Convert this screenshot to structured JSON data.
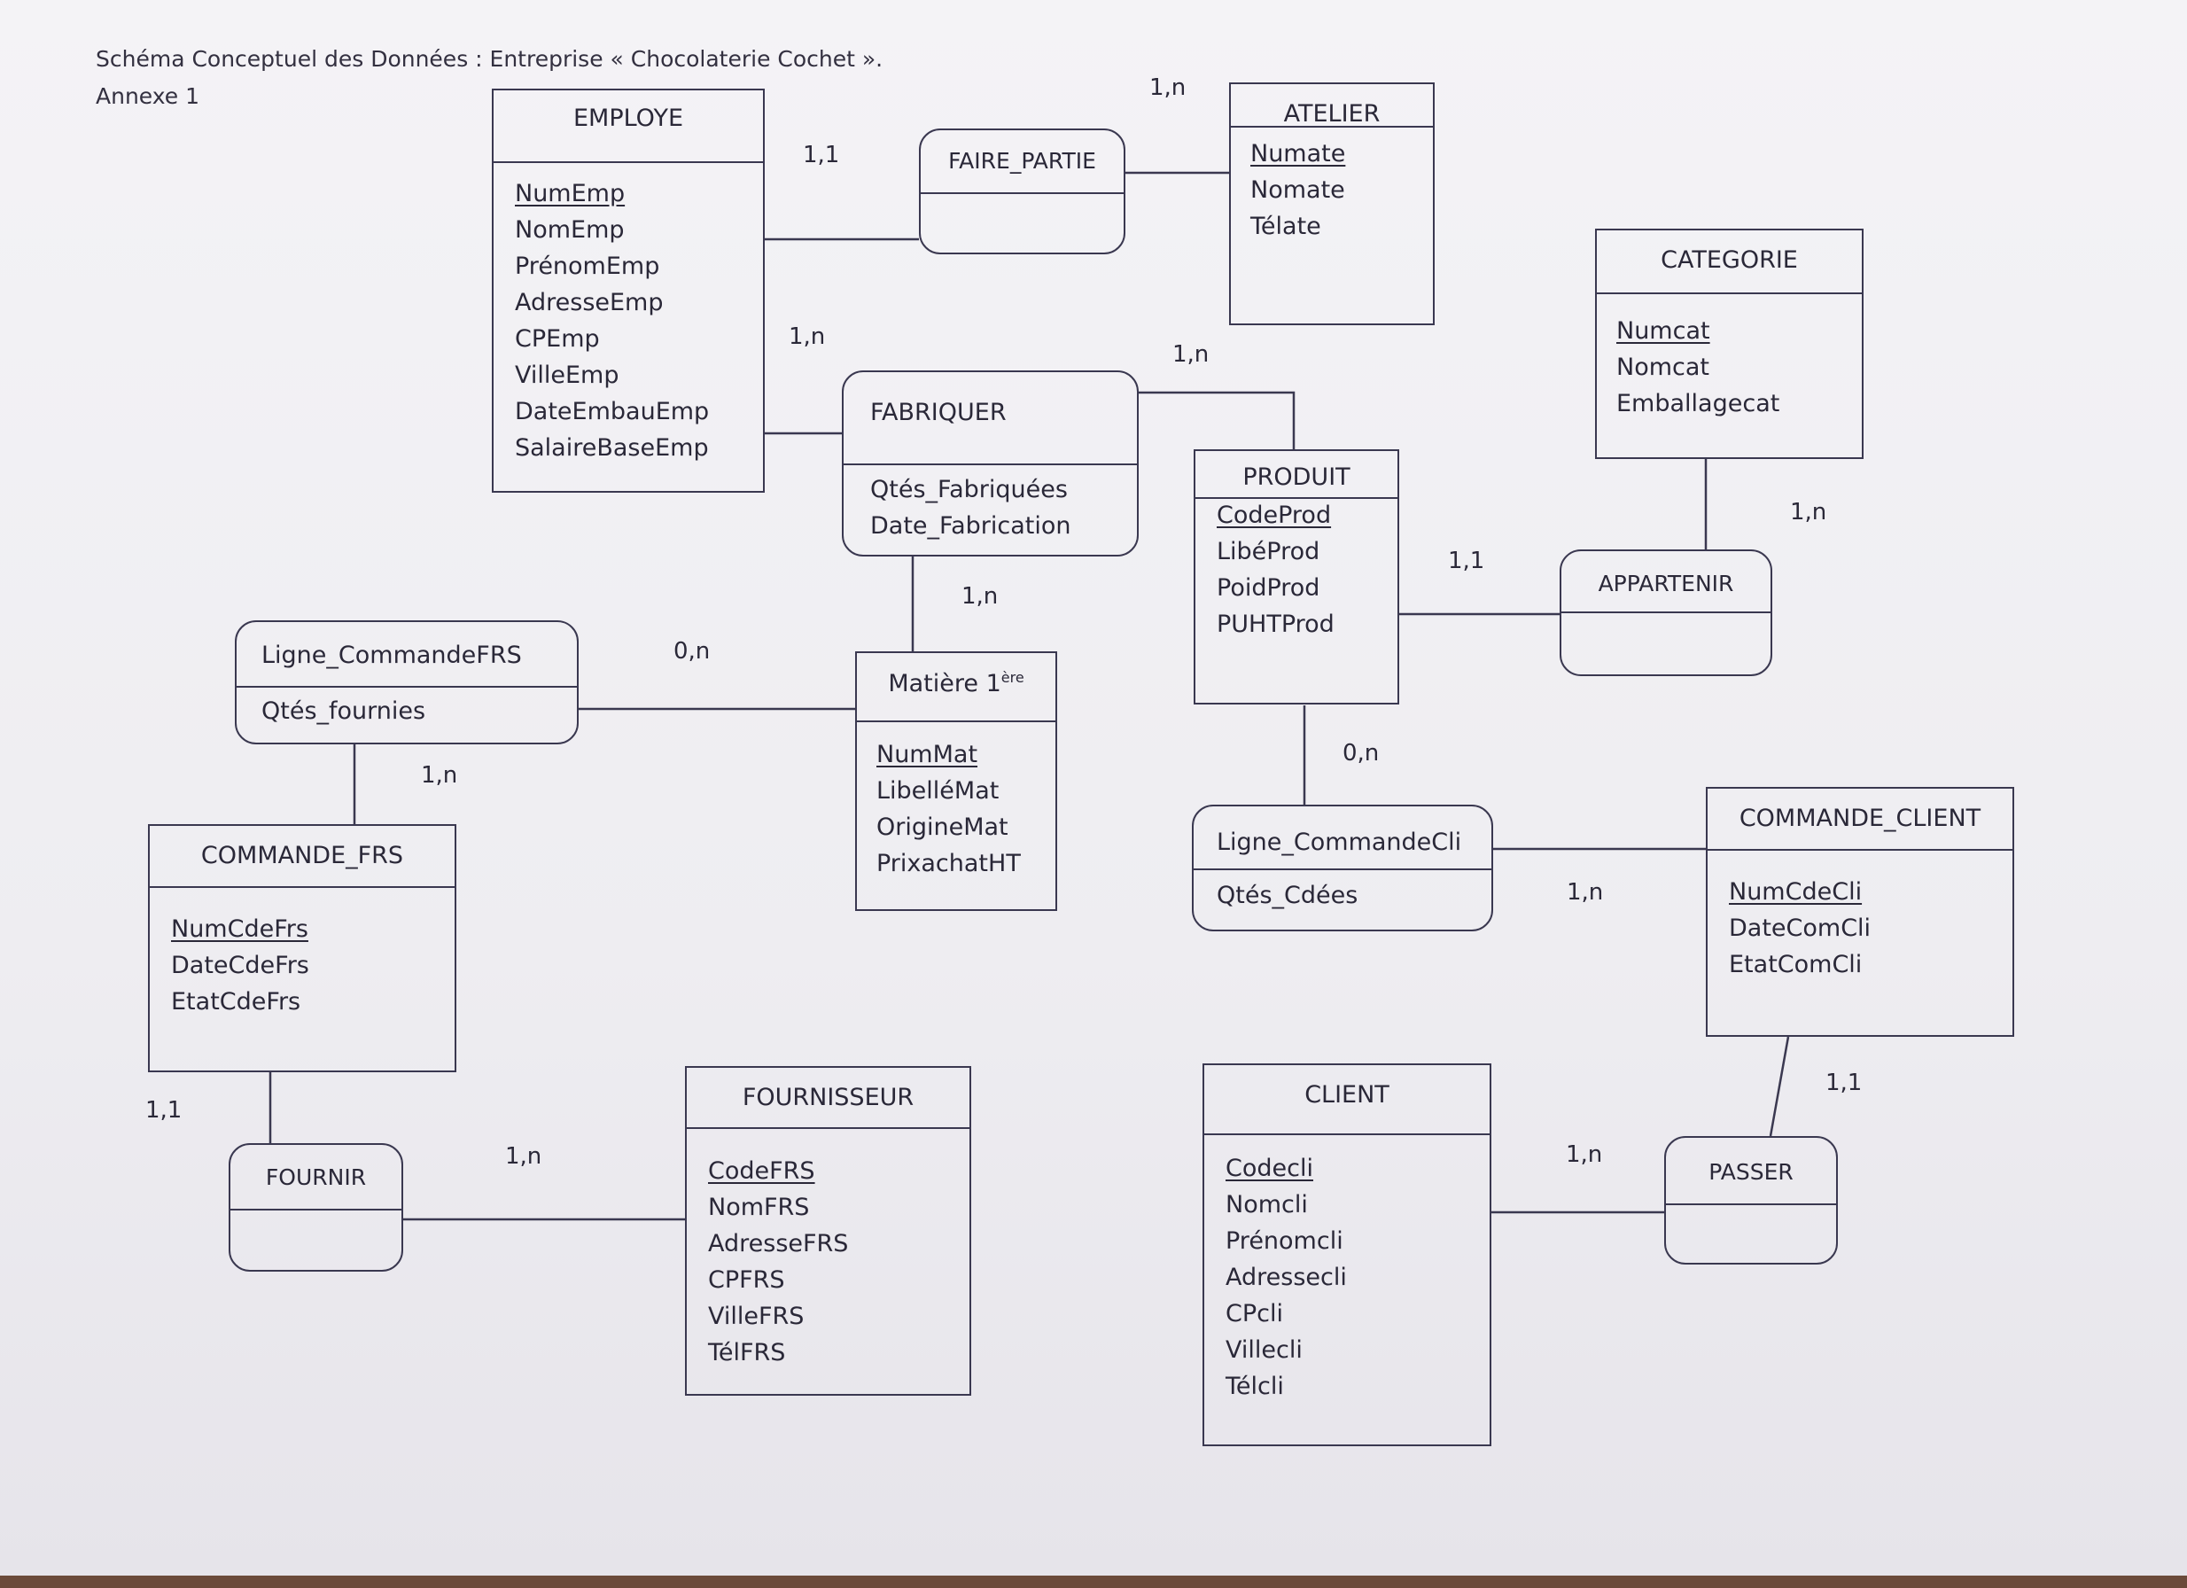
{
  "header": {
    "title": "Schéma Conceptuel des Données : Entreprise « Chocolaterie Cochet ».",
    "subtitle": "Annexe 1"
  },
  "entities": {
    "employe": {
      "name": "EMPLOYE",
      "key": "NumEmp",
      "attrs": [
        "NomEmp",
        "PrénomEmp",
        "AdresseEmp",
        "CPEmp",
        "VilleEmp",
        "DateEmbauEmp",
        "SalaireBaseEmp"
      ]
    },
    "atelier": {
      "name": "ATELIER",
      "key": "Numate",
      "attrs": [
        "Nomate",
        "Télate"
      ]
    },
    "categorie": {
      "name": "CATEGORIE",
      "key": "Numcat",
      "attrs": [
        "Nomcat",
        "Emballagecat"
      ]
    },
    "produit": {
      "name": "PRODUIT",
      "key": "CodeProd",
      "attrs": [
        "LibéProd",
        "PoidProd",
        "PUHTProd"
      ]
    },
    "matiere": {
      "name": "Matière 1",
      "name_sup": "ère",
      "key": "NumMat",
      "attrs": [
        "LibelléMat",
        "OrigineMat",
        "PrixachatHT"
      ]
    },
    "commande_frs": {
      "name": "COMMANDE_FRS",
      "key": "NumCdeFrs",
      "attrs": [
        "DateCdeFrs",
        "EtatCdeFrs"
      ]
    },
    "fournisseur": {
      "name": "FOURNISSEUR",
      "key": "CodeFRS",
      "attrs": [
        "NomFRS",
        "AdresseFRS",
        "CPFRS",
        "VilleFRS",
        "TélFRS"
      ]
    },
    "commande_client": {
      "name": "COMMANDE_CLIENT",
      "key": "NumCdeCli",
      "attrs": [
        "DateComCli",
        "EtatComCli"
      ]
    },
    "client": {
      "name": "CLIENT",
      "key": "Codecli",
      "attrs": [
        "Nomcli",
        "Prénomcli",
        "Adressecli",
        "CPcli",
        "Villecli",
        "Télcli"
      ]
    }
  },
  "associations": {
    "faire_partie": {
      "name": "FAIRE_PARTIE",
      "attrs": []
    },
    "fabriquer": {
      "name": "FABRIQUER",
      "attrs": [
        "Qtés_Fabriquées",
        "Date_Fabrication"
      ]
    },
    "appartenir": {
      "name": "APPARTENIR",
      "attrs": []
    },
    "ligne_cde_frs": {
      "name": "Ligne_CommandeFRS",
      "attrs": [
        "Qtés_fournies"
      ]
    },
    "ligne_cde_cli": {
      "name": "Ligne_CommandeCli",
      "attrs": [
        "Qtés_Cdées"
      ]
    },
    "fournir": {
      "name": "FOURNIR",
      "attrs": []
    },
    "passer": {
      "name": "PASSER",
      "attrs": []
    }
  },
  "cardinalities": {
    "employe_faire_partie": "1,1",
    "atelier_faire_partie": "1,n",
    "employe_fabriquer": "1,n",
    "produit_fabriquer": "1,n",
    "matiere_fabriquer": "1,n",
    "produit_appartenir": "1,1",
    "categorie_appartenir": "1,n",
    "matiere_ligne_frs": "0,n",
    "commande_frs_ligne_frs": "1,n",
    "commande_frs_fournir": "1,1",
    "fournisseur_fournir": "1,n",
    "produit_ligne_cli": "0,n",
    "commande_client_ligne_cli": "1,n",
    "commande_client_passer": "1,1",
    "client_passer": "1,n"
  },
  "colors": {
    "ink": "#3a3850",
    "paper": "#f0eff3",
    "edge": "#6b4a3a"
  }
}
